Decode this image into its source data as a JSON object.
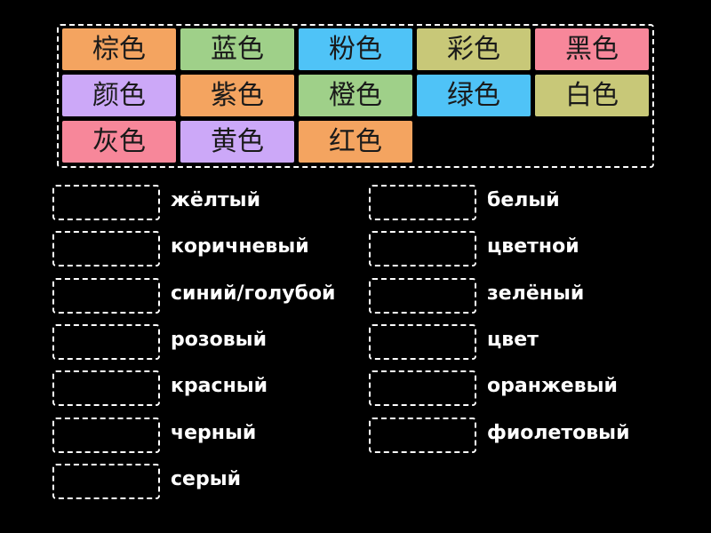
{
  "colors": {
    "background": "#000000",
    "border": "#ffffff",
    "label": "#ffffff",
    "tile_text": "#1a1a1a"
  },
  "tiles": [
    {
      "text": "棕色",
      "color": "#f4a460"
    },
    {
      "text": "蓝色",
      "color": "#9fd089"
    },
    {
      "text": "粉色",
      "color": "#4fc3f7"
    },
    {
      "text": "彩色",
      "color": "#c8c878"
    },
    {
      "text": "黑色",
      "color": "#f7879a"
    },
    {
      "text": "颜色",
      "color": "#cca8f8"
    },
    {
      "text": "紫色",
      "color": "#f4a460"
    },
    {
      "text": "橙色",
      "color": "#9fd089"
    },
    {
      "text": "绿色",
      "color": "#4fc3f7"
    },
    {
      "text": "白色",
      "color": "#c8c878"
    },
    {
      "text": "灰色",
      "color": "#f7879a"
    },
    {
      "text": "黄色",
      "color": "#cca8f8"
    },
    {
      "text": "红色",
      "color": "#f4a460"
    }
  ],
  "targets_left": [
    {
      "label": "жёлтый"
    },
    {
      "label": "коричневый"
    },
    {
      "label": "синий/голубой"
    },
    {
      "label": "розовый"
    },
    {
      "label": "красный"
    },
    {
      "label": "черный"
    },
    {
      "label": "серый"
    }
  ],
  "targets_right": [
    {
      "label": "белый"
    },
    {
      "label": "цветной"
    },
    {
      "label": "зелёный"
    },
    {
      "label": "цвет"
    },
    {
      "label": "оранжевый"
    },
    {
      "label": "фиолетовый"
    }
  ]
}
